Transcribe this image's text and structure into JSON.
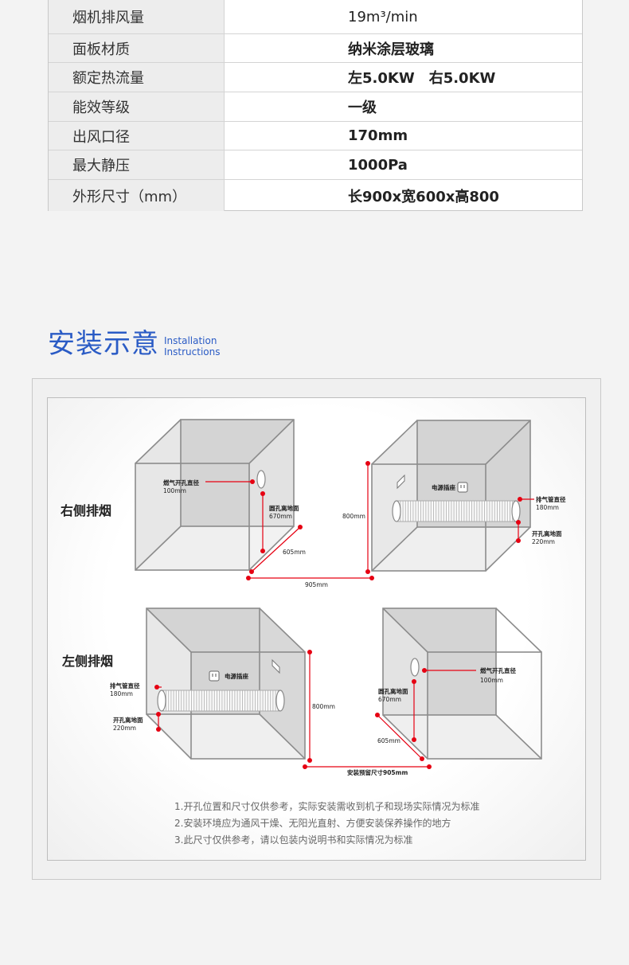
{
  "spec_table": {
    "rows": [
      {
        "label": "烟机排风量",
        "value": "19m³/min"
      },
      {
        "label": "面板材质",
        "value": "纳米涂层玻璃"
      },
      {
        "label": "额定热流量",
        "value": "左5.0KW　右5.0KW"
      },
      {
        "label": "能效等级",
        "value": "一级"
      },
      {
        "label": "出风口径",
        "value": "170mm"
      },
      {
        "label": "最大静压",
        "value": "1000Pa"
      },
      {
        "label": "外形尺寸（mm）",
        "value": "长900x宽600x高800"
      }
    ]
  },
  "section": {
    "title": "安装示意",
    "subtitle_line1": "Installation",
    "subtitle_line2": "Instructions"
  },
  "diagram": {
    "right_exhaust": {
      "label": "右侧排烟",
      "gas_hole_diameter": "燃气开孔直径",
      "gas_hole_size": "100mm",
      "hole_height_label": "圆孔离地面",
      "hole_height_value": "670mm",
      "depth": "605mm",
      "width": "905mm",
      "height": "800mm",
      "socket": "电源插座",
      "exhaust_diameter": "排气管直径",
      "exhaust_size": "180mm",
      "exhaust_height_label": "开孔离地面",
      "exhaust_height_value": "220mm"
    },
    "left_exhaust": {
      "label": "左侧排烟",
      "exhaust_diameter": "排气管直径",
      "exhaust_size": "180mm",
      "exhaust_height_label": "开孔离地面",
      "exhaust_height_value": "220mm",
      "socket": "电源插座",
      "height": "800mm",
      "gas_hole_diameter": "燃气开孔直径",
      "gas_hole_size": "100mm",
      "hole_height_label": "圆孔离地面",
      "hole_height_value": "670mm",
      "depth": "605mm",
      "reserved_size": "安装预留尺寸905mm"
    },
    "accent_color": "#e60012"
  },
  "notes": [
    "1.开孔位置和尺寸仅供参考，实际安装需收到机子和现场实际情况为标准",
    "2.安装环境应为通风干燥、无阳光直射、方便安装保养操作的地方",
    "3.此尺寸仅供参考，请以包装内说明书和实际情况为标准"
  ]
}
